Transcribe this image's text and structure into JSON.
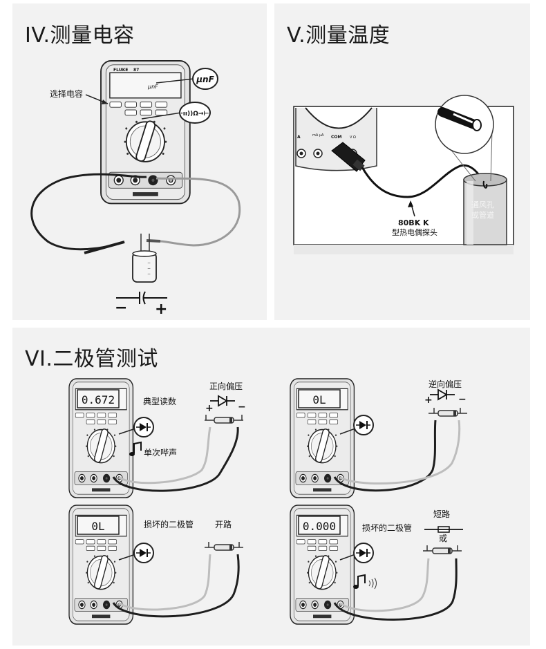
{
  "section4": {
    "title": "IV.测量电容",
    "meter_brand": "FLUKE",
    "meter_model": "87",
    "display": "μnF",
    "callout_unit": "μnF",
    "callout_select": "选择电容",
    "callout_symbols": "·ıı))Ω→⊢",
    "minus": "−",
    "plus": "+"
  },
  "section5": {
    "title": "V.测量温度",
    "probe_model": "80BK K",
    "probe_desc": "型热电偶探头",
    "duct_line1": "通风孔",
    "duct_line2": "或管道",
    "jack_a": "A",
    "jack_ma": "mA μA",
    "jack_com": "COM",
    "jack_v": "V Ω"
  },
  "section6": {
    "title": "VI.二极管测试",
    "forward_reading": "0.672",
    "forward_typical": "典型读数",
    "forward_bias": "正向偏压",
    "single_beep": "单次哔声",
    "reverse_reading": "0L",
    "reverse_bias": "逆向偏压",
    "open_reading": "0L",
    "open_damaged": "损坏的二极管",
    "open_circuit": "开路",
    "short_reading": "0.000",
    "short_damaged": "损坏的二极管",
    "short_circuit": "短路",
    "or": "或",
    "plus": "+",
    "minus": "−"
  },
  "colors": {
    "panel": "#f2f2f2",
    "meter_body": "#e6e6e6",
    "lead_dark": "#1e1e1e",
    "lead_light": "#bdbdbd"
  }
}
